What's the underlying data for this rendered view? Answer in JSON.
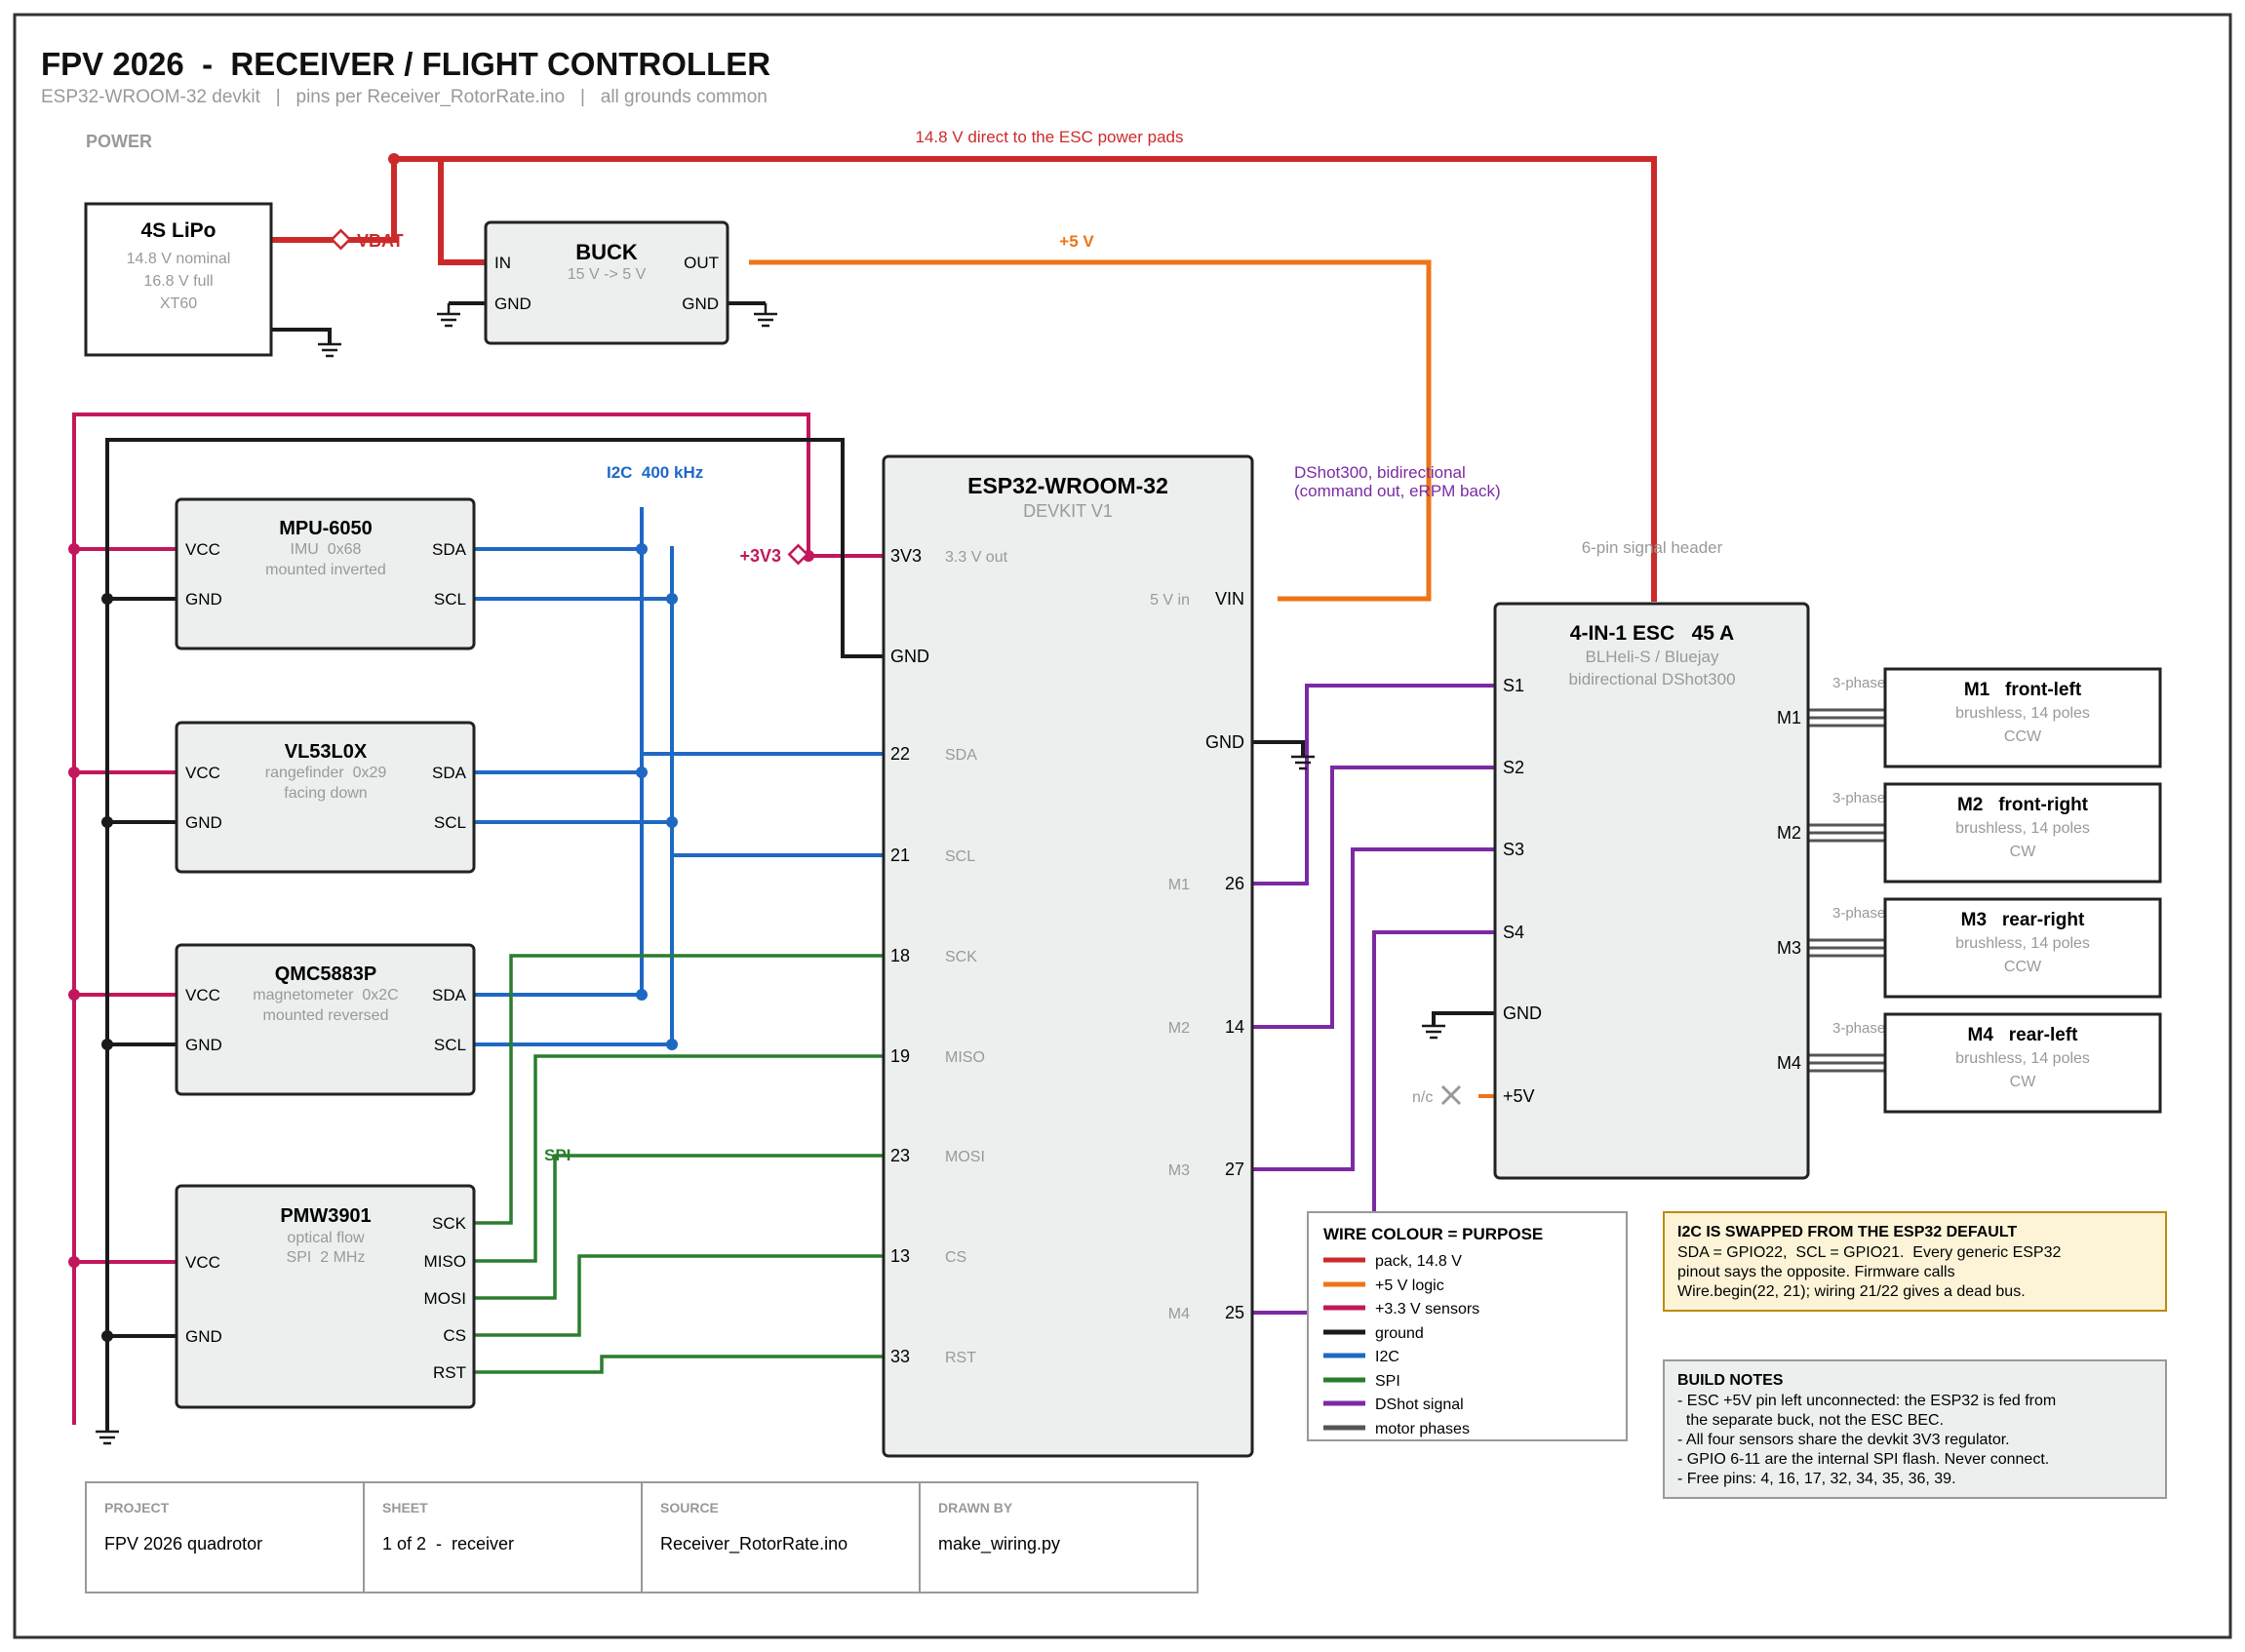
{
  "header": {
    "title": "FPV 2026  -  RECEIVER / FLIGHT CONTROLLER",
    "subtitle": "ESP32-WROOM-32 devkit   |   pins per Receiver_RotorRate.ino   |   all grounds common"
  },
  "colors": {
    "pack": "#cc2a2a",
    "logic5v": "#ee7418",
    "sensors3v3": "#c2185b",
    "ground": "#1a1a1a",
    "i2c": "#1f68c4",
    "spi": "#2a7d2e",
    "dshot": "#7b2aa3",
    "phase": "#555555",
    "block_fill": "#edefee",
    "note_fill": "#fdf4d8",
    "note_border": "#b98d10"
  },
  "power": {
    "section_label": "POWER",
    "lipo": {
      "name": "4S LiPo",
      "lines": [
        "14.8 V nominal",
        "16.8 V full",
        "XT60"
      ]
    },
    "vbat_label": "VBAT",
    "pack_wire_label": "14.8 V direct to the ESC power pads",
    "buck": {
      "name": "BUCK",
      "sub": "15 V -> 5 V",
      "in": "IN",
      "out": "OUT",
      "gnd_left": "GND",
      "gnd_right": "GND"
    },
    "rail_5v_label": "+5 V",
    "rail_3v3_label": "+3V3"
  },
  "bus_labels": {
    "i2c": "I2C  400 kHz",
    "spi": "SPI",
    "dshot_line1": "DShot300, bidirectional",
    "dshot_line2": "(command out, eRPM back)",
    "esc_header": "6-pin signal header",
    "phase": "3-phase"
  },
  "sensors": [
    {
      "name": "MPU-6050",
      "lines": [
        "IMU  0x68",
        "mounted inverted"
      ],
      "left_pins": [
        "VCC",
        "GND"
      ],
      "right_pins": [
        "SDA",
        "SCL"
      ]
    },
    {
      "name": "VL53L0X",
      "lines": [
        "rangefinder  0x29",
        "facing down"
      ],
      "left_pins": [
        "VCC",
        "GND"
      ],
      "right_pins": [
        "SDA",
        "SCL"
      ]
    },
    {
      "name": "QMC5883P",
      "lines": [
        "magnetometer  0x2C",
        "mounted reversed"
      ],
      "left_pins": [
        "VCC",
        "GND"
      ],
      "right_pins": [
        "SDA",
        "SCL"
      ]
    },
    {
      "name": "PMW3901",
      "lines": [
        "optical flow",
        "SPI  2 MHz"
      ],
      "left_pins": [
        "VCC",
        "GND"
      ],
      "right_pins": [
        "SCK",
        "MISO",
        "MOSI",
        "CS",
        "RST"
      ]
    }
  ],
  "esp32": {
    "name": "ESP32-WROOM-32",
    "sub": "DEVKIT V1",
    "left_pins": [
      {
        "num": "3V3",
        "func": "3.3 V out"
      },
      {
        "num": "GND",
        "func": ""
      },
      {
        "num": "22",
        "func": "SDA"
      },
      {
        "num": "21",
        "func": "SCL"
      },
      {
        "num": "18",
        "func": "SCK"
      },
      {
        "num": "19",
        "func": "MISO"
      },
      {
        "num": "23",
        "func": "MOSI"
      },
      {
        "num": "13",
        "func": "CS"
      },
      {
        "num": "33",
        "func": "RST"
      }
    ],
    "right_pins": [
      {
        "num": "VIN",
        "func": "5 V in"
      },
      {
        "num": "GND",
        "func": ""
      },
      {
        "num": "26",
        "func": "M1"
      },
      {
        "num": "14",
        "func": "M2"
      },
      {
        "num": "27",
        "func": "M3"
      },
      {
        "num": "25",
        "func": "M4"
      }
    ]
  },
  "esc": {
    "name": "4-IN-1 ESC   45 A",
    "lines": [
      "BLHeli-S / Bluejay",
      "bidirectional DShot300"
    ],
    "left_pins": [
      "S1",
      "S2",
      "S3",
      "S4",
      "GND",
      "+5V"
    ],
    "right_pins": [
      "M1",
      "M2",
      "M3",
      "M4"
    ],
    "nc_label": "n/c"
  },
  "motors": [
    {
      "name": "M1   front-left",
      "spec": "brushless, 14 poles",
      "dir": "CCW"
    },
    {
      "name": "M2   front-right",
      "spec": "brushless, 14 poles",
      "dir": "CW"
    },
    {
      "name": "M3   rear-right",
      "spec": "brushless, 14 poles",
      "dir": "CCW"
    },
    {
      "name": "M4   rear-left",
      "spec": "brushless, 14 poles",
      "dir": "CW"
    }
  ],
  "legend": {
    "title": "WIRE COLOUR = PURPOSE",
    "items": [
      {
        "label": "pack, 14.8 V",
        "color": "#cc2a2a"
      },
      {
        "label": "+5 V logic",
        "color": "#ee7418"
      },
      {
        "label": "+3.3 V sensors",
        "color": "#c2185b"
      },
      {
        "label": "ground",
        "color": "#1a1a1a"
      },
      {
        "label": "I2C",
        "color": "#1f68c4"
      },
      {
        "label": "SPI",
        "color": "#2a7d2e"
      },
      {
        "label": "DShot signal",
        "color": "#7b2aa3"
      },
      {
        "label": "motor phases",
        "color": "#555555"
      }
    ]
  },
  "i2c_note": {
    "title": "I2C IS SWAPPED FROM THE ESP32 DEFAULT",
    "lines": [
      "SDA = GPIO22,  SCL = GPIO21.  Every generic ESP32",
      "pinout says the opposite. Firmware calls",
      "Wire.begin(22, 21); wiring 21/22 gives a dead bus."
    ]
  },
  "build_notes": {
    "title": "BUILD NOTES",
    "lines": [
      "- ESC +5V pin left unconnected: the ESP32 is fed from",
      "  the separate buck, not the ESC BEC.",
      "- All four sensors share the devkit 3V3 regulator.",
      "- GPIO 6-11 are the internal SPI flash. Never connect.",
      "- Free pins: 4, 16, 17, 32, 34, 35, 36, 39."
    ]
  },
  "title_block": [
    {
      "label": "PROJECT",
      "value": "FPV 2026 quadrotor"
    },
    {
      "label": "SHEET",
      "value": "1 of 2  -  receiver"
    },
    {
      "label": "SOURCE",
      "value": "Receiver_RotorRate.ino"
    },
    {
      "label": "DRAWN BY",
      "value": "make_wiring.py"
    }
  ]
}
